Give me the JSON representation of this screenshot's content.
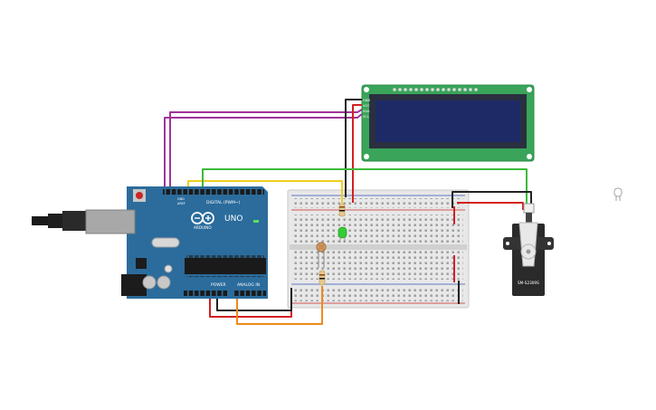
{
  "arduino": {
    "brand": "ARDUINO",
    "model": "UNO",
    "digital_label": "DIGITAL (PWM~)",
    "power_label": "POWER",
    "analog_label": "ANALOG IN",
    "aref_label": "AREF",
    "gnd_label": "GND"
  },
  "servo": {
    "model": "SM-S2309S"
  },
  "lcd": {
    "pins": [
      "GND",
      "VCC",
      "SDA",
      "SCL"
    ]
  },
  "colors": {
    "board": "#2b6c9c",
    "breadboard": "#e6e6e6",
    "lcd_board": "#3aa55a",
    "lcd_screen": "#1d2a66",
    "wire_black": "#222222",
    "wire_red": "#d42020",
    "wire_purple": "#a0349a",
    "wire_yellow": "#f0d020",
    "wire_green": "#3cba3c",
    "wire_orange": "#ee8a1a",
    "led": "#33cc33"
  }
}
